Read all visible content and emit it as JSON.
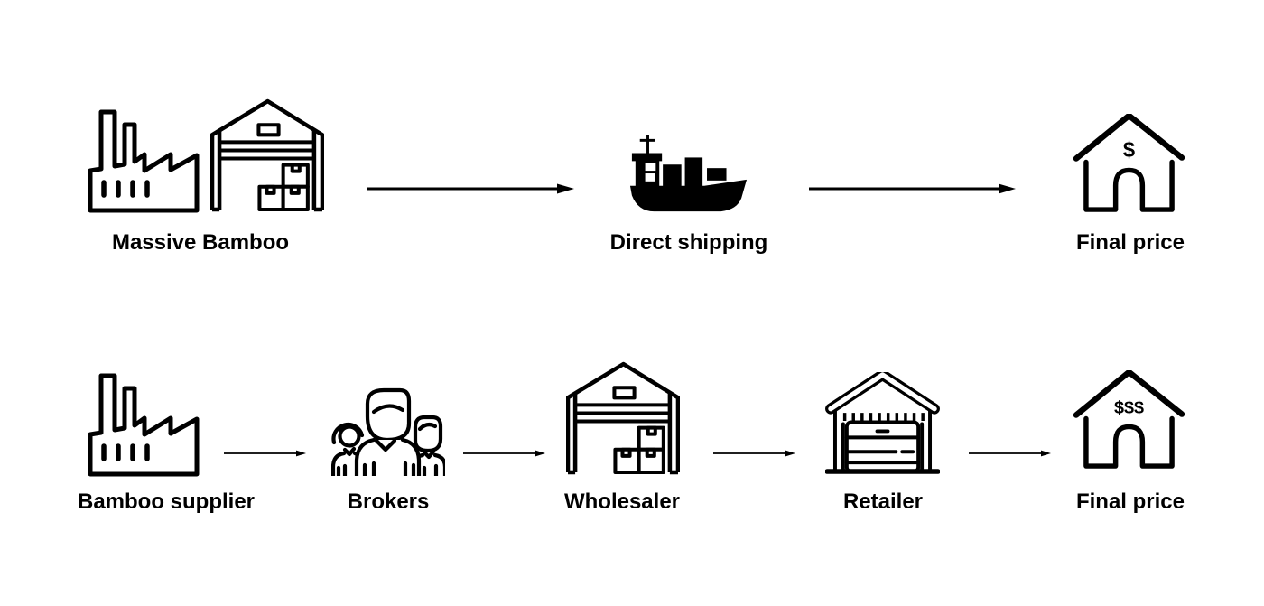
{
  "colors": {
    "background": "#ffffff",
    "ink": "#000000"
  },
  "flows": {
    "direct": {
      "nodes": [
        {
          "label": "Massive Bamboo",
          "icons": [
            "factory-icon",
            "warehouse-icon"
          ]
        },
        {
          "label": "Direct shipping",
          "icons": [
            "cargo-ship-icon"
          ]
        },
        {
          "label": "Final price",
          "icons": [
            "house-icon"
          ],
          "price_symbol": "$"
        }
      ],
      "connections": [
        {
          "from": "Massive Bamboo",
          "to": "Direct shipping"
        },
        {
          "from": "Direct shipping",
          "to": "Final price"
        }
      ]
    },
    "intermediated": {
      "nodes": [
        {
          "label": "Bamboo supplier",
          "icons": [
            "factory-icon"
          ]
        },
        {
          "label": "Brokers",
          "icons": [
            "people-icon"
          ]
        },
        {
          "label": "Wholesaler",
          "icons": [
            "warehouse-icon"
          ]
        },
        {
          "label": "Retailer",
          "icons": [
            "storefront-icon"
          ]
        },
        {
          "label": "Final price",
          "icons": [
            "house-icon"
          ],
          "price_symbol": "$$$"
        }
      ],
      "connections": [
        {
          "from": "Bamboo supplier",
          "to": "Brokers"
        },
        {
          "from": "Brokers",
          "to": "Wholesaler"
        },
        {
          "from": "Wholesaler",
          "to": "Retailer"
        },
        {
          "from": "Retailer",
          "to": "Final price"
        }
      ]
    }
  }
}
